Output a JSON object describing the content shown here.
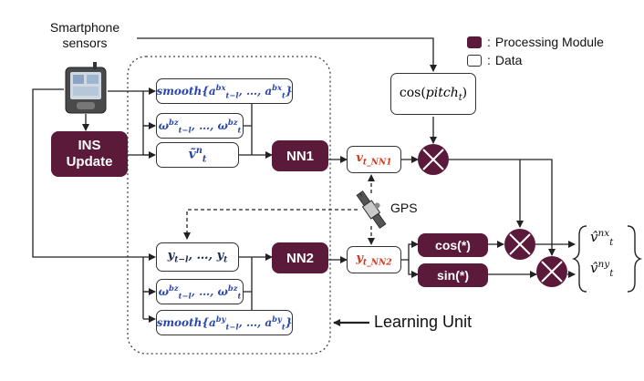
{
  "sensors": {
    "label_line1": "Smartphone",
    "label_line2": "sensors"
  },
  "legend": {
    "processing": "Processing Module",
    "data": "Data",
    "sep": ":",
    "processing_color": "#5b1a3a"
  },
  "modules": {
    "ins_line1": "INS",
    "ins_line2": "Update",
    "nn1": "NN1",
    "nn2": "NN2",
    "cos": "cos(*)",
    "sin": "sin(*)"
  },
  "gps": "GPS",
  "learning_unit": "Learning Unit",
  "colors": {
    "math_blue": "#2b48a8",
    "output_red": "#d23a1e"
  }
}
